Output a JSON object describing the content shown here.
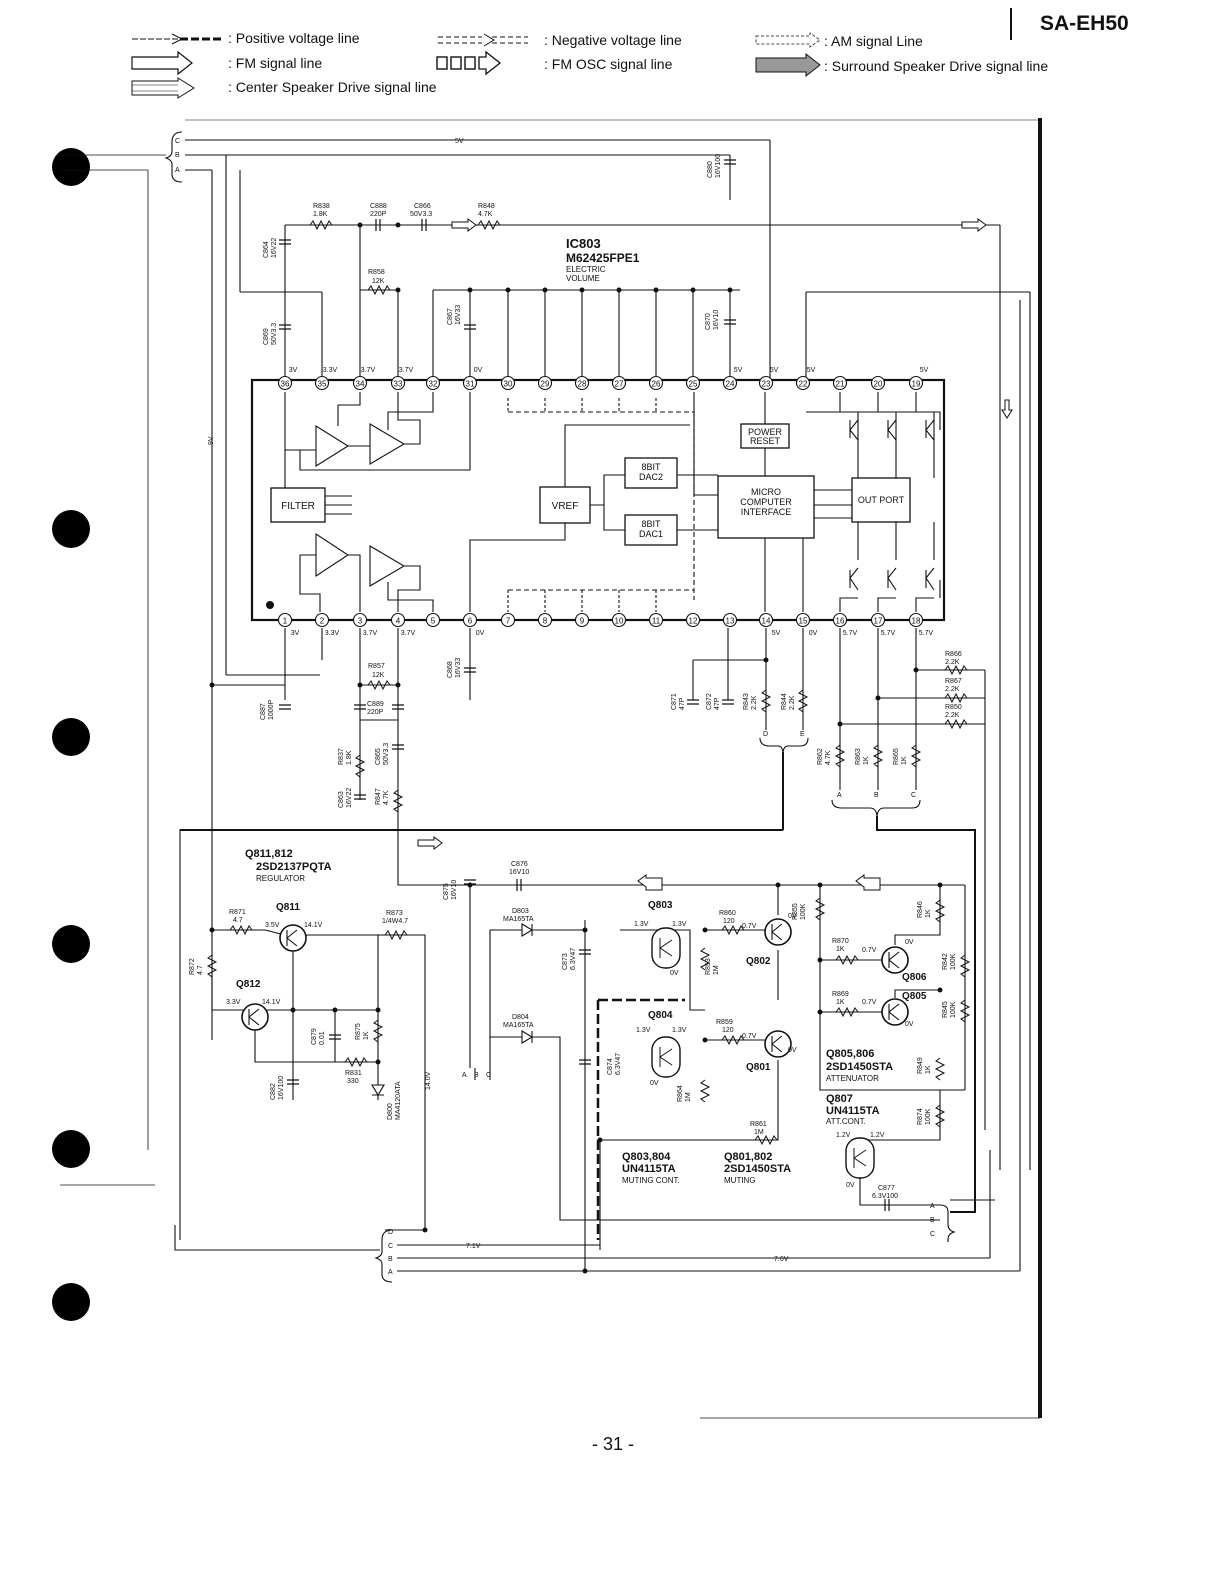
{
  "header": {
    "model": "SA-EH50",
    "legend": [
      {
        "key": "positive",
        "label": ": Positive voltage line"
      },
      {
        "key": "negative",
        "label": ": Negative voltage line"
      },
      {
        "key": "am",
        "label": ": AM signal Line"
      },
      {
        "key": "fm",
        "label": ": FM signal line"
      },
      {
        "key": "fmosc",
        "label": ": FM OSC signal line"
      },
      {
        "key": "surround",
        "label": ": Surround Speaker Drive signal line"
      },
      {
        "key": "center",
        "label": ": Center Speaker Drive signal line"
      }
    ]
  },
  "footer": {
    "page": "- 31 -"
  },
  "ic": {
    "ref": "IC803",
    "part": "M62425FPE1",
    "desc1": "ELECTRIC",
    "desc2": "VOLUME",
    "blocks": {
      "filter": "FILTER",
      "vref": "VREF",
      "dac2a": "8BIT",
      "dac2b": "DAC2",
      "dac1a": "8BIT",
      "dac1b": "DAC1",
      "mc1": "MICRO",
      "mc2": "COMPUTER",
      "mc3": "INTERFACE",
      "pr1": "POWER",
      "pr2": "RESET",
      "out": "OUT PORT"
    },
    "top_pins": [
      "36",
      "35",
      "34",
      "33",
      "32",
      "31",
      "30",
      "29",
      "28",
      "27",
      "26",
      "25",
      "24",
      "23",
      "22",
      "21",
      "20",
      "19"
    ],
    "bottom_pins": [
      "1",
      "2",
      "3",
      "4",
      "5",
      "6",
      "7",
      "8",
      "9",
      "10",
      "11",
      "12",
      "13",
      "14",
      "15",
      "16",
      "17",
      "18"
    ],
    "top_volt": [
      {
        "pin": "36",
        "v": "3V"
      },
      {
        "pin": "35",
        "v": "3.3V"
      },
      {
        "pin": "34",
        "v": "3.7V"
      },
      {
        "pin": "33",
        "v": "3.7V"
      },
      {
        "pin": "31",
        "v": "0V"
      },
      {
        "pin": "24",
        "v": "5V"
      },
      {
        "pin": "23",
        "v": "5V"
      },
      {
        "pin": "22",
        "v": "5V"
      },
      {
        "pin": "19",
        "v": "5V"
      }
    ],
    "bottom_volt": [
      {
        "pin": "1",
        "v": "3V"
      },
      {
        "pin": "2",
        "v": "3.3V"
      },
      {
        "pin": "3",
        "v": "3.7V"
      },
      {
        "pin": "4",
        "v": "3.7V"
      },
      {
        "pin": "6",
        "v": "0V"
      },
      {
        "pin": "14",
        "v": "5V"
      },
      {
        "pin": "15",
        "v": "0V"
      },
      {
        "pin": "16",
        "v": "5.7V"
      },
      {
        "pin": "17",
        "v": "5.7V"
      },
      {
        "pin": "18",
        "v": "5.7V"
      }
    ]
  },
  "components": {
    "r838": {
      "ref": "R838",
      "val": "1.8K"
    },
    "c888": {
      "ref": "C888",
      "val": "220P"
    },
    "c866": {
      "ref": "C866",
      "val": "50V3.3"
    },
    "r848": {
      "ref": "R848",
      "val": "4.7K"
    },
    "c880": {
      "ref": "C880",
      "val": "16V100"
    },
    "c864": {
      "ref": "C864",
      "val": "16V22"
    },
    "r858": {
      "ref": "R858",
      "val": "12K"
    },
    "c869": {
      "ref": "C869",
      "val": "50V3.3"
    },
    "c867": {
      "ref": "C867",
      "val": "16V33"
    },
    "c870": {
      "ref": "C870",
      "val": "16V10"
    },
    "c887": {
      "ref": "C887",
      "val": "1000P"
    },
    "r857": {
      "ref": "R857",
      "val": "12K"
    },
    "c889": {
      "ref": "C889",
      "val": "220P"
    },
    "r837": {
      "ref": "R837",
      "val": "1.8K"
    },
    "c865": {
      "ref": "C865",
      "val": "50V3.3"
    },
    "c863": {
      "ref": "C863",
      "val": "16V22"
    },
    "r847": {
      "ref": "R847",
      "val": "4.7K"
    },
    "c868": {
      "ref": "C868",
      "val": "16V33"
    },
    "c871": {
      "ref": "C871",
      "val": "47P"
    },
    "c872": {
      "ref": "C872",
      "val": "47P"
    },
    "r843": {
      "ref": "R843",
      "val": "2.2K"
    },
    "r844": {
      "ref": "R844",
      "val": "2.2K"
    },
    "r866": {
      "ref": "R866",
      "val": "2.2K"
    },
    "r867": {
      "ref": "R867",
      "val": "2.2K"
    },
    "r850": {
      "ref": "R850",
      "val": "2.2K"
    },
    "r862": {
      "ref": "R862",
      "val": "4.7K"
    },
    "r863": {
      "ref": "R863",
      "val": "1K"
    },
    "r865": {
      "ref": "R865",
      "val": "1K"
    },
    "c876": {
      "ref": "C876",
      "val": "16V10"
    },
    "c875": {
      "ref": "C875",
      "val": "16V10"
    },
    "d803": {
      "ref": "D803",
      "val": "MA165TA"
    },
    "d804": {
      "ref": "D804",
      "val": "MA165TA"
    },
    "r871": {
      "ref": "R871",
      "val": "4.7"
    },
    "r873": {
      "ref": "R873",
      "val": "1/4W4.7"
    },
    "r872": {
      "ref": "R872",
      "val": "4.7"
    },
    "c879": {
      "ref": "C879",
      "val": "0.01"
    },
    "r875": {
      "ref": "R875",
      "val": "1K"
    },
    "r831": {
      "ref": "R831",
      "val": "330"
    },
    "c882": {
      "ref": "C882",
      "val": "16V100"
    },
    "d800": {
      "ref": "D800",
      "val": "MA4120ATA"
    },
    "c873": {
      "ref": "C873",
      "val": "6.3V47"
    },
    "c874": {
      "ref": "C874",
      "val": "6.3V47"
    },
    "r860": {
      "ref": "R860",
      "val": "120"
    },
    "r859": {
      "ref": "R859",
      "val": "120"
    },
    "r855": {
      "ref": "R855",
      "val": "100K"
    },
    "r853": {
      "ref": "R853",
      "val": "1M"
    },
    "r864": {
      "ref": "R864",
      "val": "1M"
    },
    "r861": {
      "ref": "R861",
      "val": "1M"
    },
    "r870": {
      "ref": "R870",
      "val": "1K"
    },
    "r869": {
      "ref": "R869",
      "val": "1K"
    },
    "r846": {
      "ref": "R846",
      "val": "1K"
    },
    "r842": {
      "ref": "R842",
      "val": "100K"
    },
    "r845": {
      "ref": "R845",
      "val": "100K"
    },
    "r849": {
      "ref": "R849",
      "val": "1K"
    },
    "r874": {
      "ref": "R874",
      "val": "100K"
    },
    "c877": {
      "ref": "C877",
      "val": "6.3V100"
    }
  },
  "transistors": {
    "q811_812_ref": "Q811,812",
    "q811_812_part": "2SD2137PQTA",
    "q811_812_func": "REGULATOR",
    "q811": "Q811",
    "q812": "Q812",
    "q803": "Q803",
    "q804": "Q804",
    "q802": "Q802",
    "q801": "Q801",
    "q806": "Q806",
    "q805": "Q805",
    "q805_806_ref": "Q805,806",
    "q805_806_part": "2SD1450STA",
    "q805_806_func": "ATTENUATOR",
    "q807_ref": "Q807",
    "q807_part": "UN4115TA",
    "q807_func": "ATT.CONT.",
    "q803_804_ref": "Q803,804",
    "q803_804_part": "UN4115TA",
    "q803_804_func": "MUTING CONT.",
    "q801_802_ref": "Q801,802",
    "q801_802_part": "2SD1450STA",
    "q801_802_func": "MUTING"
  },
  "voltages": {
    "q811_b": "3.5V",
    "q811_c": "14.1V",
    "q812_b": "3.3V",
    "q812_c": "14.1V",
    "q803_l": "1.3V",
    "q803_r": "1.3V",
    "q803_e": "0V",
    "q804_l": "1.3V",
    "q804_r": "1.3V",
    "q804_e": "0V",
    "q802_b": "0.7V",
    "q802_c": "0V",
    "q801_b": "0.7V",
    "q801_c": "0V",
    "q806_b": "0.7V",
    "q806_c": "0V",
    "q805_b": "0.7V",
    "q805_c": "0V",
    "q807_l": "1.2V",
    "q807_r": "1.2V",
    "q807_e": "0V",
    "rail_5v": "5V",
    "rail_9v": "9V",
    "rail_14v": "14.0V",
    "rail_76v": "7.6V",
    "rail_71v": "7.1V"
  },
  "connectors": {
    "a": "A",
    "b": "B",
    "c": "C",
    "d": "D",
    "e": "E"
  }
}
